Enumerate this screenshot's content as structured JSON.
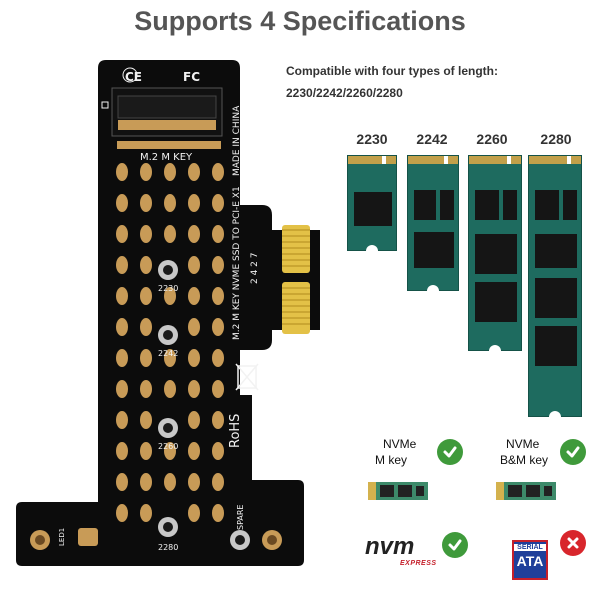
{
  "title": "Supports 4 Specifications",
  "compat": {
    "line1": "Compatible with four types of length:",
    "line2": "2230/2242/2260/2280"
  },
  "board": {
    "ce_mark": "CE",
    "fcc_mark": "FC",
    "key_label": "M.2 M KEY",
    "made_in": "MADE IN CHINA",
    "product_line": "M.2 M KEY NVME SSD TO PCI-E X1",
    "rohs": "RoHS",
    "spare": "SPARE",
    "slot_2230": "2230",
    "slot_2242": "2242",
    "slot_2260": "2260",
    "slot_2280": "2280",
    "led_label": "LED1",
    "board_code": "2 4 2 7"
  },
  "ssd_sizes": [
    {
      "label": "2230"
    },
    {
      "label": "2242"
    },
    {
      "label": "2260"
    },
    {
      "label": "2280"
    }
  ],
  "compat_types": {
    "m_key": {
      "line1": "NVMe",
      "line2": "M key",
      "supported": true
    },
    "bm_key": {
      "line1": "NVMe",
      "line2": "B&M key",
      "supported": true
    },
    "nvme_express": {
      "logo": "nvm",
      "sub": "EXPRESS",
      "supported": true
    },
    "sata": {
      "line1": "SERIAL",
      "line2": "ATA",
      "supported": false
    }
  },
  "colors": {
    "pcb": "#0c0c0c",
    "pad_gold": "#c89b57",
    "ssd_green": "#1e6b5f",
    "check_green": "#3f9a3b",
    "cross_red": "#d8262c"
  }
}
